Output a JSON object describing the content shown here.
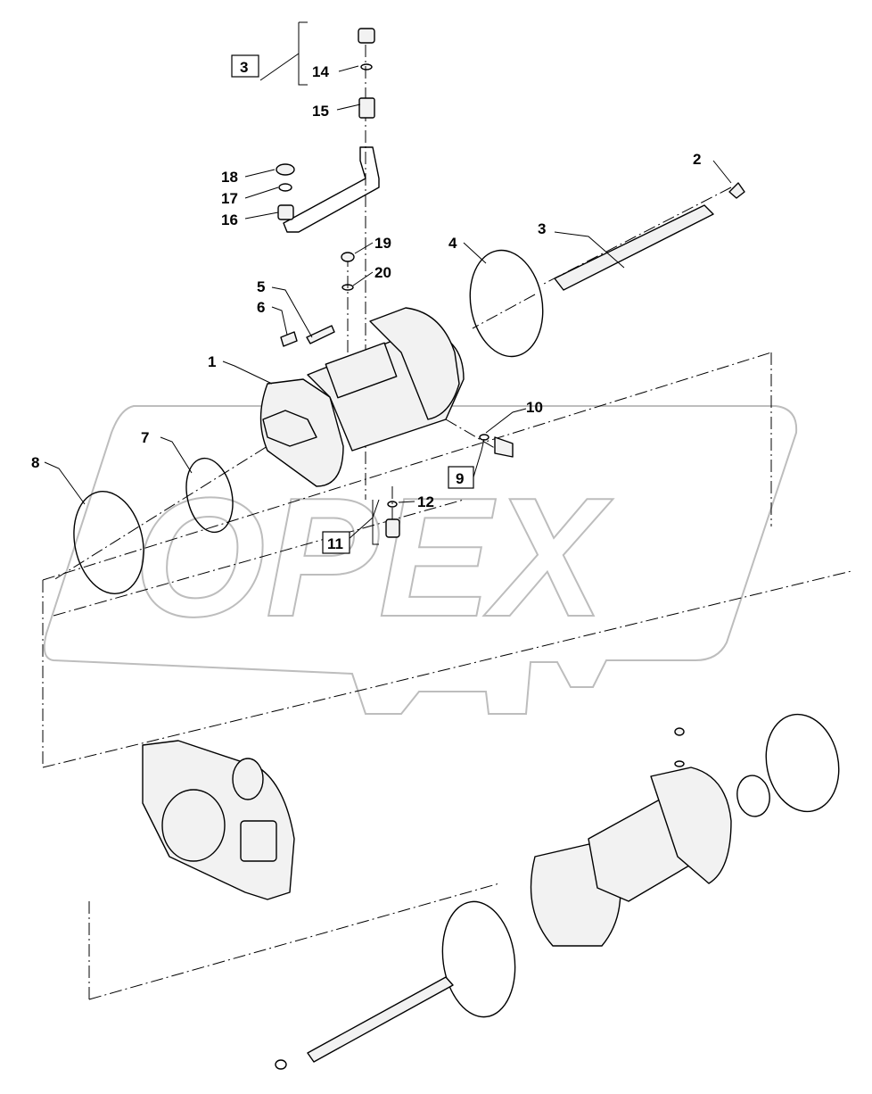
{
  "diagram": {
    "watermark": {
      "text": "OPEX",
      "color": "#bdbdbd"
    },
    "callouts": [
      {
        "id": "c14",
        "label": "14"
      },
      {
        "id": "c15",
        "label": "15"
      },
      {
        "id": "c18",
        "label": "18"
      },
      {
        "id": "c17",
        "label": "17"
      },
      {
        "id": "c16",
        "label": "16"
      },
      {
        "id": "c2",
        "label": "2"
      },
      {
        "id": "c3",
        "label": "3"
      },
      {
        "id": "c4",
        "label": "4"
      },
      {
        "id": "c19",
        "label": "19"
      },
      {
        "id": "c20",
        "label": "20"
      },
      {
        "id": "c5",
        "label": "5"
      },
      {
        "id": "c6",
        "label": "6"
      },
      {
        "id": "c1",
        "label": "1"
      },
      {
        "id": "c10",
        "label": "10"
      },
      {
        "id": "c7",
        "label": "7"
      },
      {
        "id": "c8",
        "label": "8"
      },
      {
        "id": "c12",
        "label": "12"
      }
    ],
    "kit_boxes": [
      {
        "id": "k3",
        "label": "3"
      },
      {
        "id": "k9",
        "label": "9"
      },
      {
        "id": "k11",
        "label": "11"
      }
    ]
  }
}
